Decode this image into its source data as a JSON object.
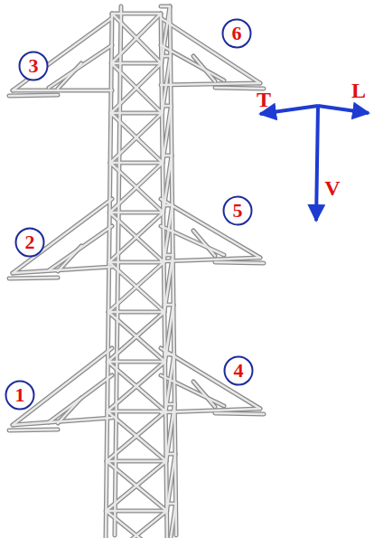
{
  "diagram": {
    "nodes": [
      {
        "text": [
          "3"
        ]
      },
      {
        "text": [
          "6"
        ]
      },
      {
        "text": [
          "2"
        ]
      },
      {
        "text": [
          "5"
        ]
      },
      {
        "text": [
          "1"
        ]
      },
      {
        "text": [
          "4"
        ]
      }
    ],
    "labels": [
      "T",
      "L",
      "V"
    ]
  }
}
